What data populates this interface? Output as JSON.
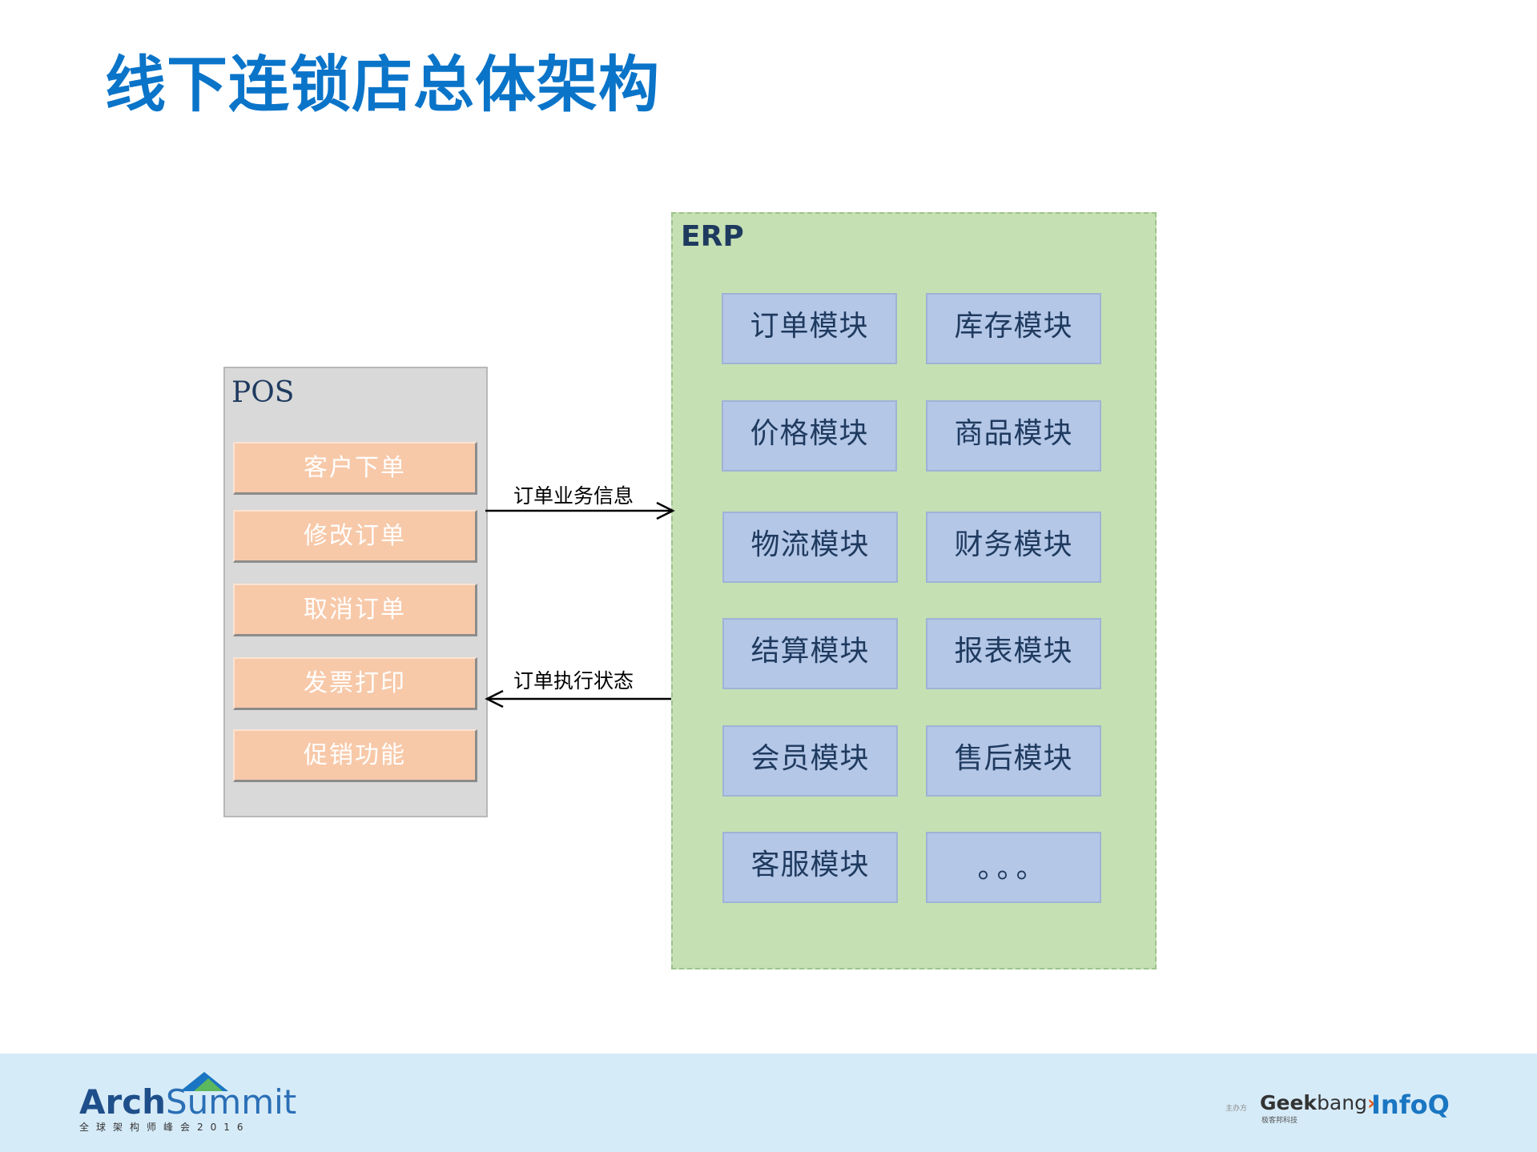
{
  "title": "线下连锁店总体架构",
  "pos": {
    "label": "POS",
    "items": [
      "客户下单",
      "修改订单",
      "取消订单",
      "发票打印",
      "促销功能"
    ]
  },
  "erp": {
    "label": "ERP",
    "modules": [
      "订单模块",
      "库存模块",
      "价格模块",
      "商品模块",
      "物流模块",
      "财务模块",
      "结算模块",
      "报表模块",
      "会员模块",
      "售后模块",
      "客服模块",
      "。。。"
    ]
  },
  "flows": {
    "to_erp": "订单业务信息",
    "to_pos": "订单执行状态"
  },
  "footer": {
    "arch": "Arch",
    "summit": "Summit",
    "arch_sub": "全球架构师峰会2016",
    "host": "主办方",
    "geek": "Geek",
    "bang": "bang",
    "geek_sub": "极客邦科技",
    "infoq": "InfoQ"
  }
}
